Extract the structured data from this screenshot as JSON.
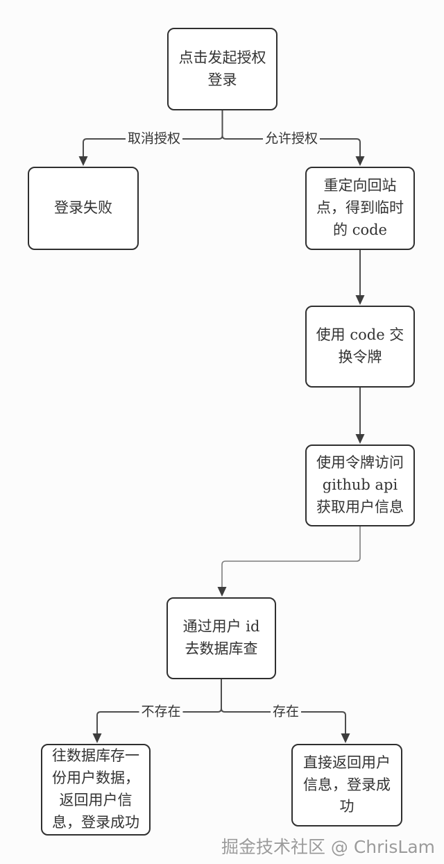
{
  "diagram": {
    "type": "flowchart",
    "nodes": [
      {
        "id": "start",
        "label": "点击发起授权登录"
      },
      {
        "id": "fail",
        "label": "登录失败"
      },
      {
        "id": "redirect",
        "label": "重定向回站点，得到临时的 code"
      },
      {
        "id": "exchange",
        "label": "使用 code 交换令牌"
      },
      {
        "id": "github",
        "label": "使用令牌访问 github api 获取用户信息"
      },
      {
        "id": "query",
        "label": "通过用户 id 去数据库查"
      },
      {
        "id": "create",
        "label": "往数据库存一份用户数据，返回用户信息，登录成功"
      },
      {
        "id": "return",
        "label": "直接返回用户信息，登录成功"
      }
    ],
    "edges": [
      {
        "from": "start",
        "to": "fail",
        "label": "取消授权"
      },
      {
        "from": "start",
        "to": "redirect",
        "label": "允许授权"
      },
      {
        "from": "redirect",
        "to": "exchange",
        "label": ""
      },
      {
        "from": "exchange",
        "to": "github",
        "label": ""
      },
      {
        "from": "github",
        "to": "query",
        "label": ""
      },
      {
        "from": "query",
        "to": "create",
        "label": "不存在"
      },
      {
        "from": "query",
        "to": "return",
        "label": "存在"
      }
    ],
    "edge_labels": {
      "cancel": "取消授权",
      "allow": "允许授权",
      "not_exists": "不存在",
      "exists": "存在"
    },
    "watermark": "掘金技术社区 @ ChrisLam",
    "colors": {
      "background": "#fcfcfc",
      "node_fill": "#ffffff",
      "node_border": "#2f2f2f",
      "text": "#333333",
      "line": "#4d4d4d",
      "elbow_line": "#7d7d7d",
      "watermark": "#9b9b9b"
    }
  }
}
